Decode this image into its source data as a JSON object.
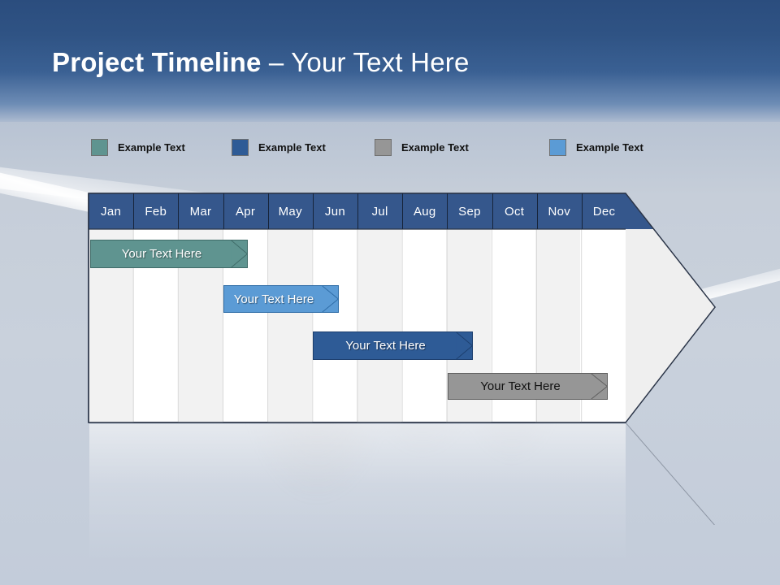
{
  "slide": {
    "title_bold": "Project Timeline",
    "title_dash": " – ",
    "title_light": "Your Text Here"
  },
  "legend": {
    "items": [
      {
        "label": "Example Text",
        "color": "#5f9490",
        "name": "legend-swatch-teal"
      },
      {
        "label": "Example Text",
        "color": "#2e5b96",
        "name": "legend-swatch-navy"
      },
      {
        "label": "Example Text",
        "color": "#969696",
        "name": "legend-swatch-gray"
      },
      {
        "label": "Example Text",
        "color": "#5b9bd5",
        "name": "legend-swatch-light-blue"
      }
    ]
  },
  "chart_data": {
    "type": "bar",
    "title": "Project Timeline – Your Text Here",
    "xlabel": "",
    "ylabel": "",
    "categories": [
      "Jan",
      "Feb",
      "Mar",
      "Apr",
      "May",
      "Jun",
      "Jul",
      "Aug",
      "Sep",
      "Oct",
      "Nov",
      "Dec"
    ],
    "header_color": "#35578c",
    "series": [
      {
        "name": "Your  Text Here",
        "label": "Your  Text Here",
        "color": "#5f9490",
        "text_color": "#ffffff",
        "start_month": "Jan",
        "end_month": "Apr",
        "start_index": 0,
        "end_index": 3.9,
        "row": 1
      },
      {
        "name": "Your  Text Here",
        "label": "Your  Text Here",
        "color": "#5b9bd5",
        "text_color": "#ffffff",
        "start_month": "Apr",
        "end_month": "Jun",
        "start_index": 3,
        "end_index": 5.9,
        "row": 2
      },
      {
        "name": "Your  Text Here",
        "label": "Your  Text Here",
        "color": "#2e5b96",
        "text_color": "#ffffff",
        "start_month": "Jun",
        "end_month": "Sep",
        "start_index": 5,
        "end_index": 8.9,
        "row": 3
      },
      {
        "name": "Your  Text Here",
        "label": "Your  Text Here",
        "color": "#969696",
        "text_color": "#111111",
        "start_month": "Sep",
        "end_month": "Dec",
        "start_index": 8,
        "end_index": 11.9,
        "row": 4
      }
    ],
    "grid": true,
    "legend_position": "top"
  }
}
